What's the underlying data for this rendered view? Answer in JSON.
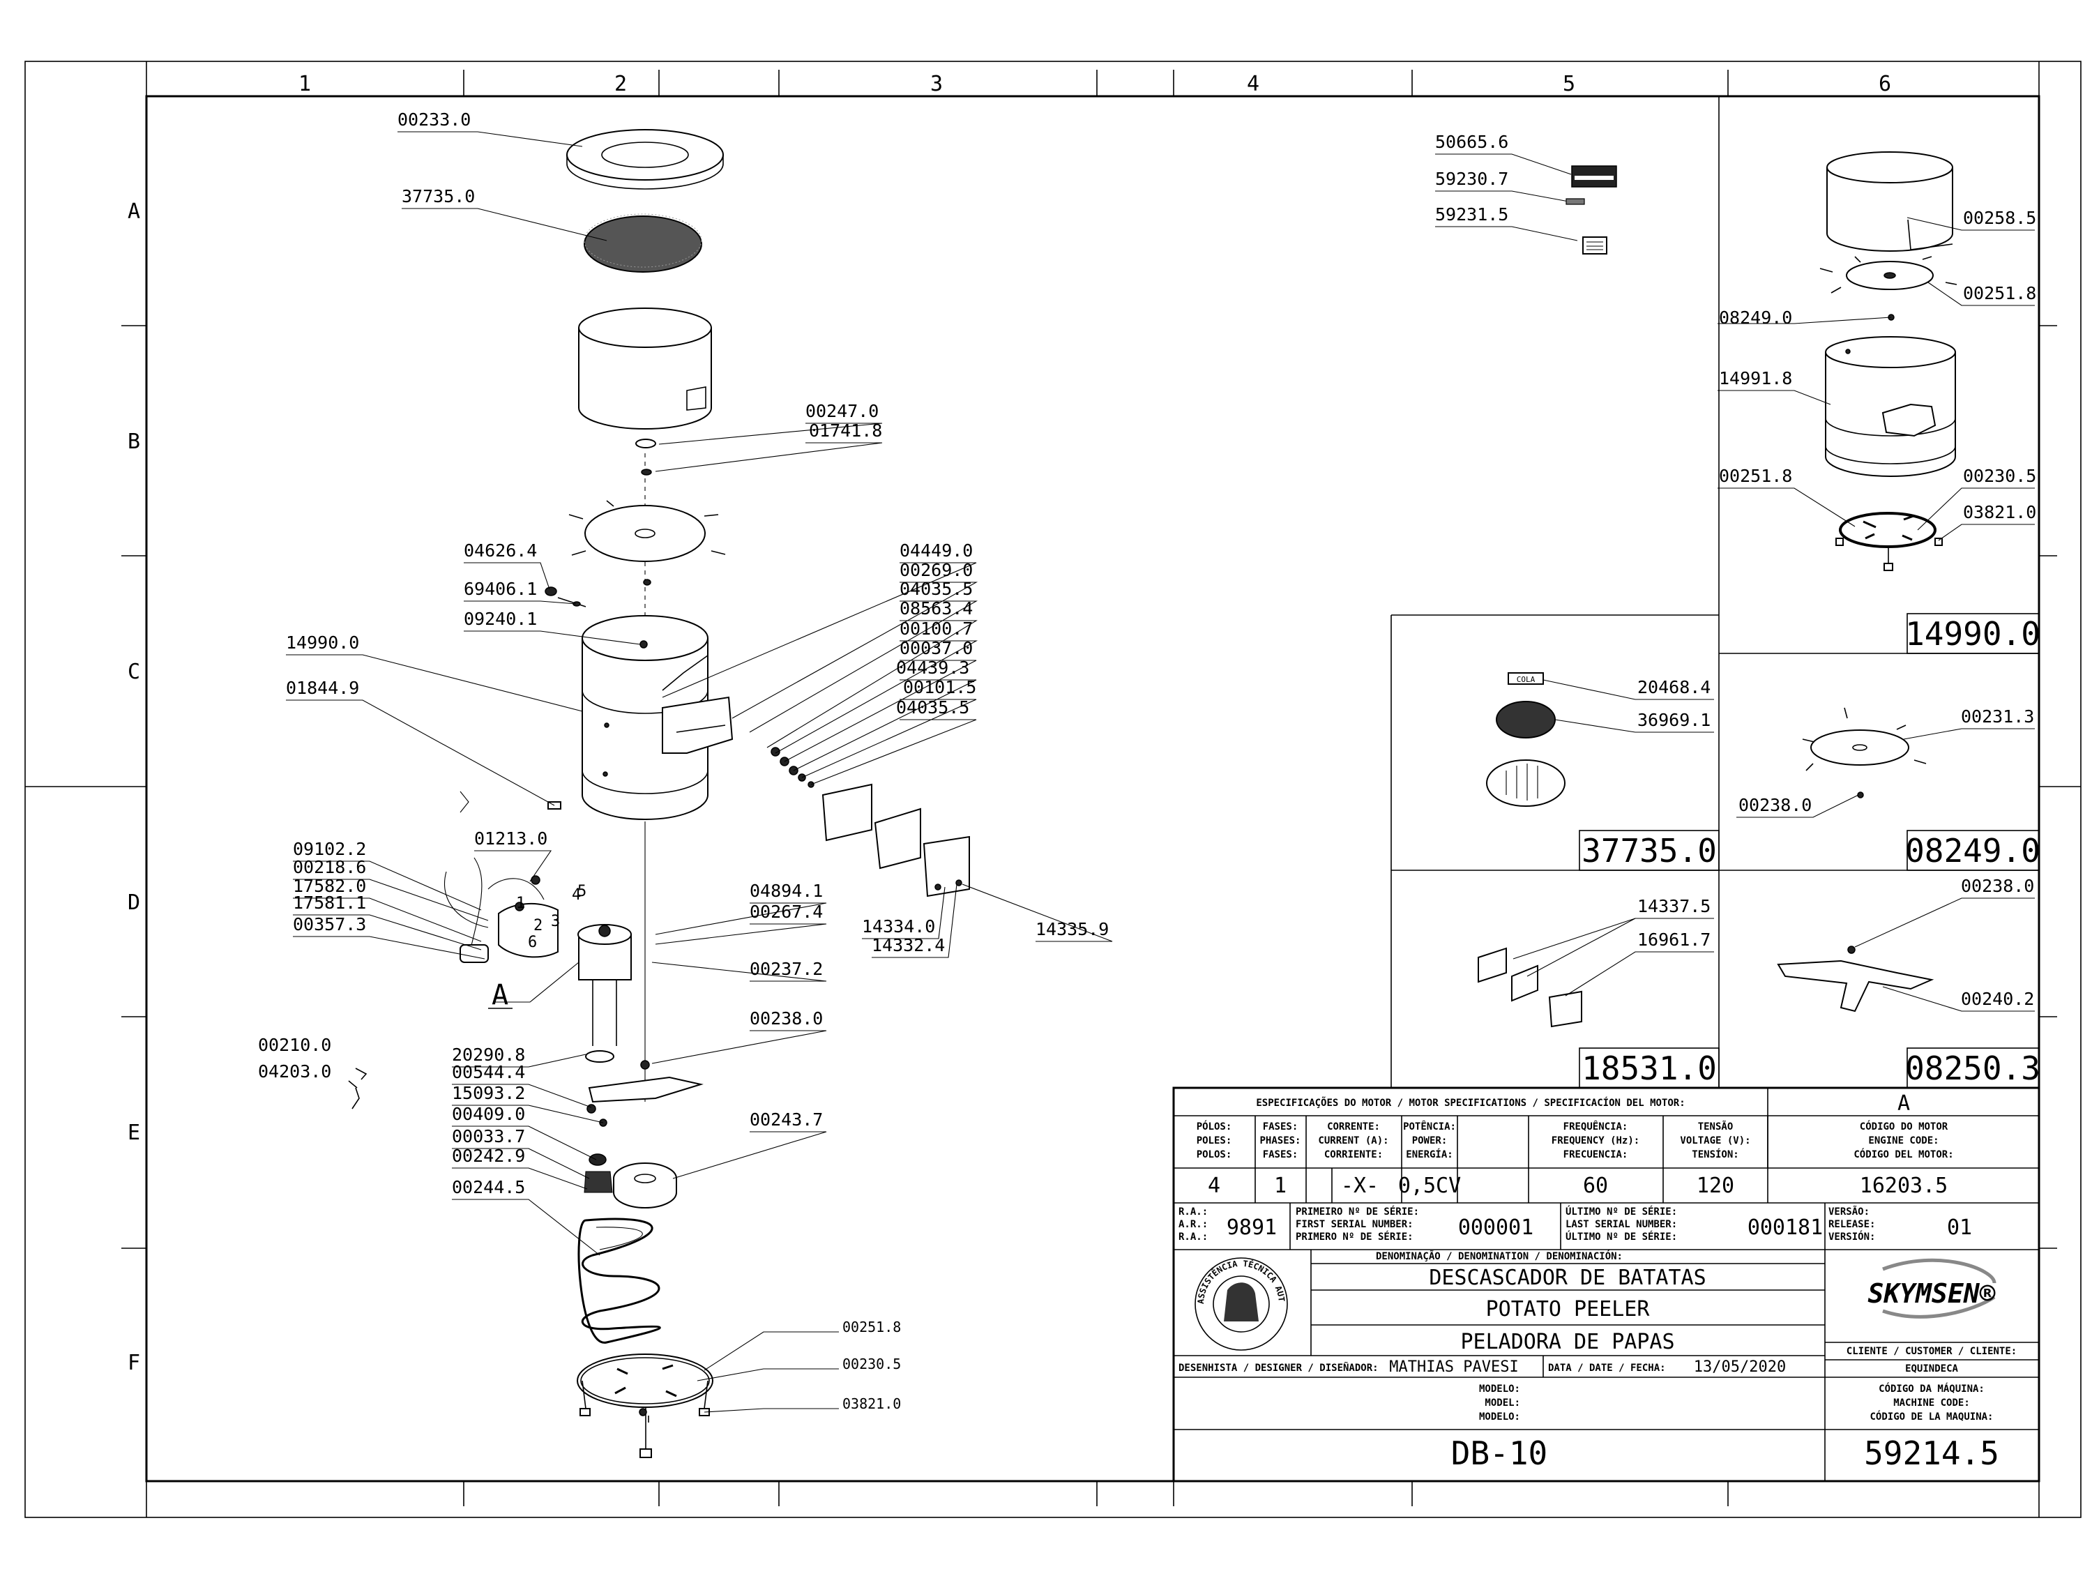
{
  "grid": {
    "columns": [
      "1",
      "2",
      "3",
      "4",
      "5",
      "6"
    ],
    "rows": [
      "A",
      "B",
      "C",
      "D",
      "E",
      "F"
    ]
  },
  "parts": [
    "00233.0",
    "37735.0",
    "00247.0",
    "01741.8",
    "04626.4",
    "69406.1",
    "09240.1",
    "14990.0",
    "01844.9",
    "04449.0",
    "00269.0",
    "04035.5",
    "08563.4",
    "00100.7",
    "00037.0",
    "04439.3",
    "00101.5",
    "04035.5",
    "01213.0",
    "09102.2",
    "00218.6",
    "17582.0",
    "17581.1",
    "00357.3",
    "04894.1",
    "00267.4",
    "00237.2",
    "14334.0",
    "14332.4",
    "14335.9",
    "00238.0",
    "00210.0",
    "04203.0",
    "20290.8",
    "00544.4",
    "15093.2",
    "00409.0",
    "00033.7",
    "00242.9",
    "00244.5",
    "00243.7",
    "00251.8",
    "00230.5",
    "03821.0",
    "50665.6",
    "59230.7",
    "59231.5"
  ],
  "wiring_numbers": [
    "1",
    "2",
    "3",
    "4",
    "5",
    "6"
  ],
  "detail_a_label": "A",
  "cola_label": "COLA",
  "insets": {
    "i37735": {
      "parts": [
        "20468.4",
        "36969.1"
      ],
      "code": "37735.0"
    },
    "i18531": {
      "parts": [
        "14337.5",
        "16961.7"
      ],
      "code": "18531.0"
    },
    "i14990": {
      "parts": [
        "00258.5",
        "00251.8",
        "08249.0",
        "14991.8",
        "00251.8",
        "00230.5",
        "03821.0"
      ],
      "code": "14990.0"
    },
    "i08249": {
      "parts": [
        "00231.3",
        "00238.0"
      ],
      "code": "08249.0"
    },
    "i08250": {
      "parts": [
        "00238.0",
        "00240.2"
      ],
      "code": "08250.3"
    }
  },
  "title_block": {
    "motor_spec_title": "ESPECIFICAÇÕES DO MOTOR / MOTOR SPECIFICATIONS / SPECIFICACÍON DEL MOTOR:",
    "revision_letter": "A",
    "headers": [
      [
        "PÓLOS:",
        "POLES:",
        "POLOS:"
      ],
      [
        "FASES:",
        "PHASES:",
        "FASES:"
      ],
      [
        "CORRENTE:",
        "CURRENT (A):",
        "CORRIENTE:"
      ],
      [
        "POTÊNCIA:",
        "POWER:",
        "ENERGÍA:"
      ],
      [
        "FREQUÊNCIA:",
        "FREQUENCY (Hz):",
        "FRECUENCIA:"
      ],
      [
        "TENSÃO",
        "VOLTAGE (V):",
        "TENSÍON:"
      ],
      [
        "CÓDIGO DO MOTOR",
        "ENGINE CODE:",
        "CÓDIGO DEL MOTOR:"
      ]
    ],
    "values": [
      "4",
      "1",
      "-X-",
      "0,5CV",
      "60",
      "120",
      "16203.5"
    ],
    "ra_labels": [
      "R.A.:",
      "A.R.:",
      "R.A.:"
    ],
    "ra_value": "9891",
    "first_serial_labels": [
      "PRIMEIRO Nº DE SÉRIE:",
      "FIRST SERIAL NUMBER:",
      "PRIMERO Nº DE SÉRIE:"
    ],
    "first_serial": "000001",
    "last_serial_labels": [
      "ÚLTIMO Nº DE SÉRIE:",
      "LAST SERIAL NUMBER:",
      "ÚLTIMO Nº DE SÉRIE:"
    ],
    "last_serial": "000181",
    "version_labels": [
      "VERSÃO:",
      "RELEASE:",
      "VERSIÓN:"
    ],
    "version": "01",
    "denomination_label": "DENOMINAÇÃO / DENOMINATION / DENOMINACIÓN:",
    "names": [
      "DESCASCADOR DE BATATAS",
      "POTATO PEELER",
      "PELADORA DE PAPAS"
    ],
    "brand": "SKYMSEN®",
    "stamp_text": "ASSISTÊNCIA TÉCNICA AUTORIZADA",
    "client_label": "CLIENTE / CUSTOMER / CLIENTE:",
    "client": "EQUINDECA",
    "designer_label": "DESENHISTA / DESIGNER / DISEÑADOR:",
    "designer": "MATHIAS PAVESI",
    "date_label": "DATA / DATE / FECHA:",
    "date": "13/05/2020",
    "model_labels": [
      "MODELO:",
      "MODEL:",
      "MODELO:"
    ],
    "model": "DB-10",
    "machine_code_labels": [
      "CÓDIGO DA MÁQUINA:",
      "MACHINE CODE:",
      "CÓDIGO DE LA MAQUINA:"
    ],
    "machine_code": "59214.5"
  }
}
